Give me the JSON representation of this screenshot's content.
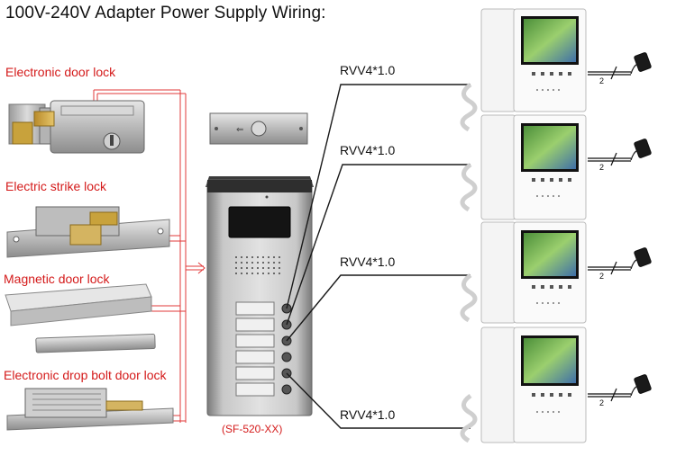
{
  "title": "100V-240V Adapter Power Supply Wiring:",
  "locks": [
    {
      "label": "Electronic door lock"
    },
    {
      "label": "Electric strike lock"
    },
    {
      "label": "Magnetic door lock"
    },
    {
      "label": "Electronic drop bolt door lock"
    }
  ],
  "cables": [
    {
      "label": "RVV4*1.0"
    },
    {
      "label": "RVV4*1.0"
    },
    {
      "label": "RVV4*1.0"
    },
    {
      "label": "RVV4*1.0"
    }
  ],
  "outdoor_panel": {
    "model": "(SF-520-XX)"
  },
  "adapters": [
    {
      "wire_count": "2"
    },
    {
      "wire_count": "2"
    },
    {
      "wire_count": "2"
    },
    {
      "wire_count": "2"
    }
  ],
  "colors": {
    "label_red": "#d41a1a",
    "wire_red": "#e23a3a",
    "wire_black": "#1a1a1a"
  }
}
